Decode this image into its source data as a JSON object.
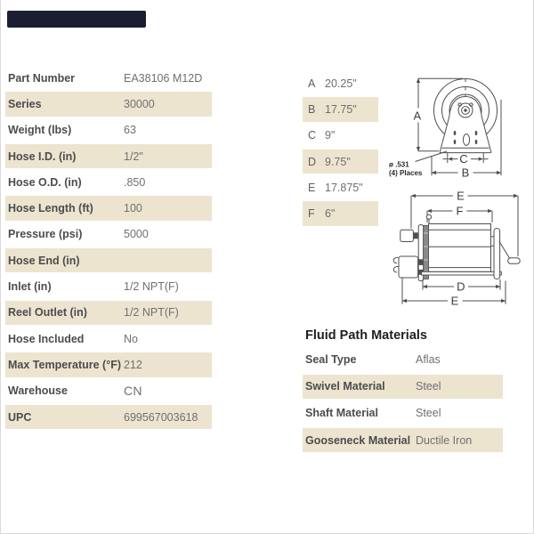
{
  "colors": {
    "stripe_beige": "#ece4cf",
    "top_bar": "#1b1e33",
    "label_text": "#4b4c4e",
    "value_text": "#6e6f71",
    "drawing_stroke": "#4f4f4f"
  },
  "spec_table": {
    "rows": [
      {
        "label": "Part Number",
        "value": "EA38106 M12D"
      },
      {
        "label": "Series",
        "value": "30000"
      },
      {
        "label": "Weight (lbs)",
        "value": "63"
      },
      {
        "label": "Hose I.D. (in)",
        "value": "1/2\""
      },
      {
        "label": "Hose O.D. (in)",
        "value": ".850"
      },
      {
        "label": "Hose Length (ft)",
        "value": "100"
      },
      {
        "label": "Pressure (psi)",
        "value": "5000"
      },
      {
        "label": "Hose End (in)",
        "value": ""
      },
      {
        "label": "Inlet (in)",
        "value": "1/2 NPT(F)"
      },
      {
        "label": "Reel Outlet (in)",
        "value": "1/2 NPT(F)"
      },
      {
        "label": "Hose Included",
        "value": "No"
      },
      {
        "label": "Max Temperature (°F)",
        "value": "212"
      },
      {
        "label": "Warehouse",
        "value": "CN"
      },
      {
        "label": "UPC",
        "value": "699567003618"
      }
    ]
  },
  "dim_table": {
    "rows": [
      {
        "letter": "A",
        "value": "20.25\""
      },
      {
        "letter": "B",
        "value": "17.75\""
      },
      {
        "letter": "C",
        "value": "9\""
      },
      {
        "letter": "D",
        "value": "9.75\""
      },
      {
        "letter": "E",
        "value": "17.875\""
      },
      {
        "letter": "F",
        "value": "6\""
      }
    ]
  },
  "fluid_section": {
    "title": "Fluid Path Materials",
    "rows": [
      {
        "label": "Seal Type",
        "value": "Aflas"
      },
      {
        "label": "Swivel Material",
        "value": "Steel"
      },
      {
        "label": "Shaft Material",
        "value": "Steel"
      },
      {
        "label": "Gooseneck Material",
        "value": "Ductile Iron"
      }
    ]
  },
  "drawing": {
    "hole_note": {
      "line1": "ø .531",
      "line2": "(4) Places"
    }
  }
}
